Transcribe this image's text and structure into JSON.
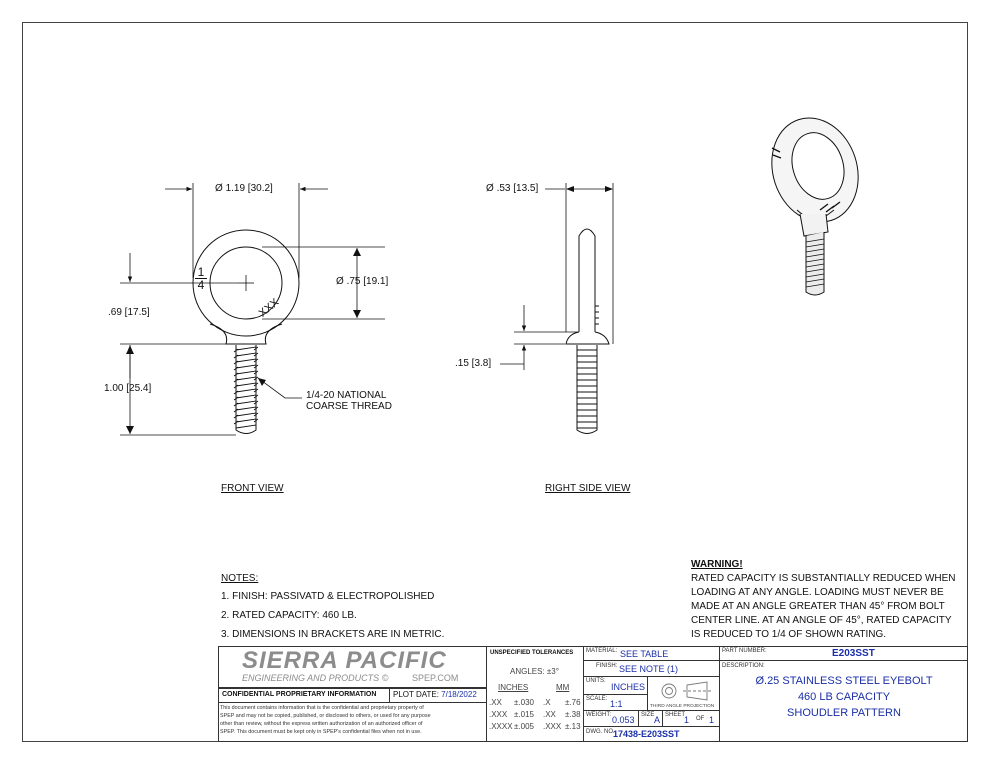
{
  "dimensions": {
    "ring_od": "1.19 [30.2]",
    "ring_id": ".75 [19.1]",
    "ring_height": ".69 [17.5]",
    "shank_length": "1.00 [25.4]",
    "thickness": ".53 [13.5]",
    "shoulder": ".15 [3.8]",
    "diameter_symbol": "Ø",
    "ring_mark_1": "1",
    "ring_mark_2": "4",
    "ring_mark_xxx": "XXX",
    "thread_callout_1": "1/4-20 NATIONAL",
    "thread_callout_2": "COARSE THREAD"
  },
  "views": {
    "front": "FRONT VIEW",
    "right_side": "RIGHT SIDE VIEW"
  },
  "notes": {
    "heading": "NOTES:",
    "items": [
      "1.   FINISH: PASSIVATD & ELECTROPOLISHED",
      "2.   RATED CAPACITY: 460 LB.",
      "3.   DIMENSIONS IN BRACKETS ARE IN METRIC."
    ]
  },
  "warning": {
    "heading": "WARNING!",
    "lines": [
      "RATED CAPACITY IS SUBSTANTIALLY REDUCED WHEN",
      "LOADING AT ANY ANGLE. LOADING MUST NEVER BE",
      "MADE AT AN ANGLE GREATER THAN 45°  FROM BOLT",
      "CENTER LINE. AT AN ANGLE OF 45°, RATED CAPACITY",
      "IS REDUCED TO 1/4 OF SHOWN RATING."
    ]
  },
  "title_block": {
    "company": "SIERRA PACIFIC",
    "company_sub": "ENGINEERING AND PRODUCTS",
    "copyright": "©",
    "website": "SPEP.COM",
    "confidential_label": "CONFIDENTIAL PROPRIETARY INFORMATION",
    "plot_date_label": "PLOT DATE:",
    "plot_date": "7/18/2022",
    "confidential_text": [
      "This document contains information that is the confidential and proprietary property of",
      "SPEP and may not be copied, published, or disclosed to others, or used for any purpose",
      "other than review, without the express written authorization of an authorized officer of",
      "SPEP. This document must be kept only in SPEP's confidential files when not in use."
    ],
    "tolerances": {
      "heading": "UNSPECIFIED TOLERANCES",
      "angles": "ANGLES: ±3°",
      "inches_label": "INCHES",
      "mm_label": "MM",
      "rows": [
        {
          "in_key": ".XX",
          "in_val": "±.030",
          "mm_key": ".X",
          "mm_val": "±.76"
        },
        {
          "in_key": ".XXX",
          "in_val": "±.015",
          "mm_key": ".XX",
          "mm_val": "±.38"
        },
        {
          "in_key": ".XXXX",
          "in_val": "±.005",
          "mm_key": ".XXX",
          "mm_val": "±.13"
        }
      ]
    },
    "material_label": "MATERIAL:",
    "material": "SEE TABLE",
    "finish_label": "FINISH:",
    "finish": "SEE NOTE (1)",
    "units_label": "UNITS:",
    "units": "INCHES",
    "scale_label": "SCALE:",
    "scale": "1:1",
    "projection": "THIRD ANGLE PROJECTION",
    "weight_label": "WEIGHT:",
    "weight": "0.053",
    "size_label": "SIZE",
    "size": "A",
    "sheet_label": "SHEET",
    "sheet": "1",
    "of_label": "OF",
    "sheet_total": "1",
    "dwg_label": "DWG. NO.",
    "dwg_no": "17438-E203SST",
    "part_number_label": "PART NUMBER:",
    "part_number": "E203SST",
    "description_label": "DESCRIPTION:",
    "description": [
      "Ø.25 STAINLESS STEEL EYEBOLT",
      "460 LB CAPACITY",
      "SHOUDLER PATTERN"
    ]
  }
}
